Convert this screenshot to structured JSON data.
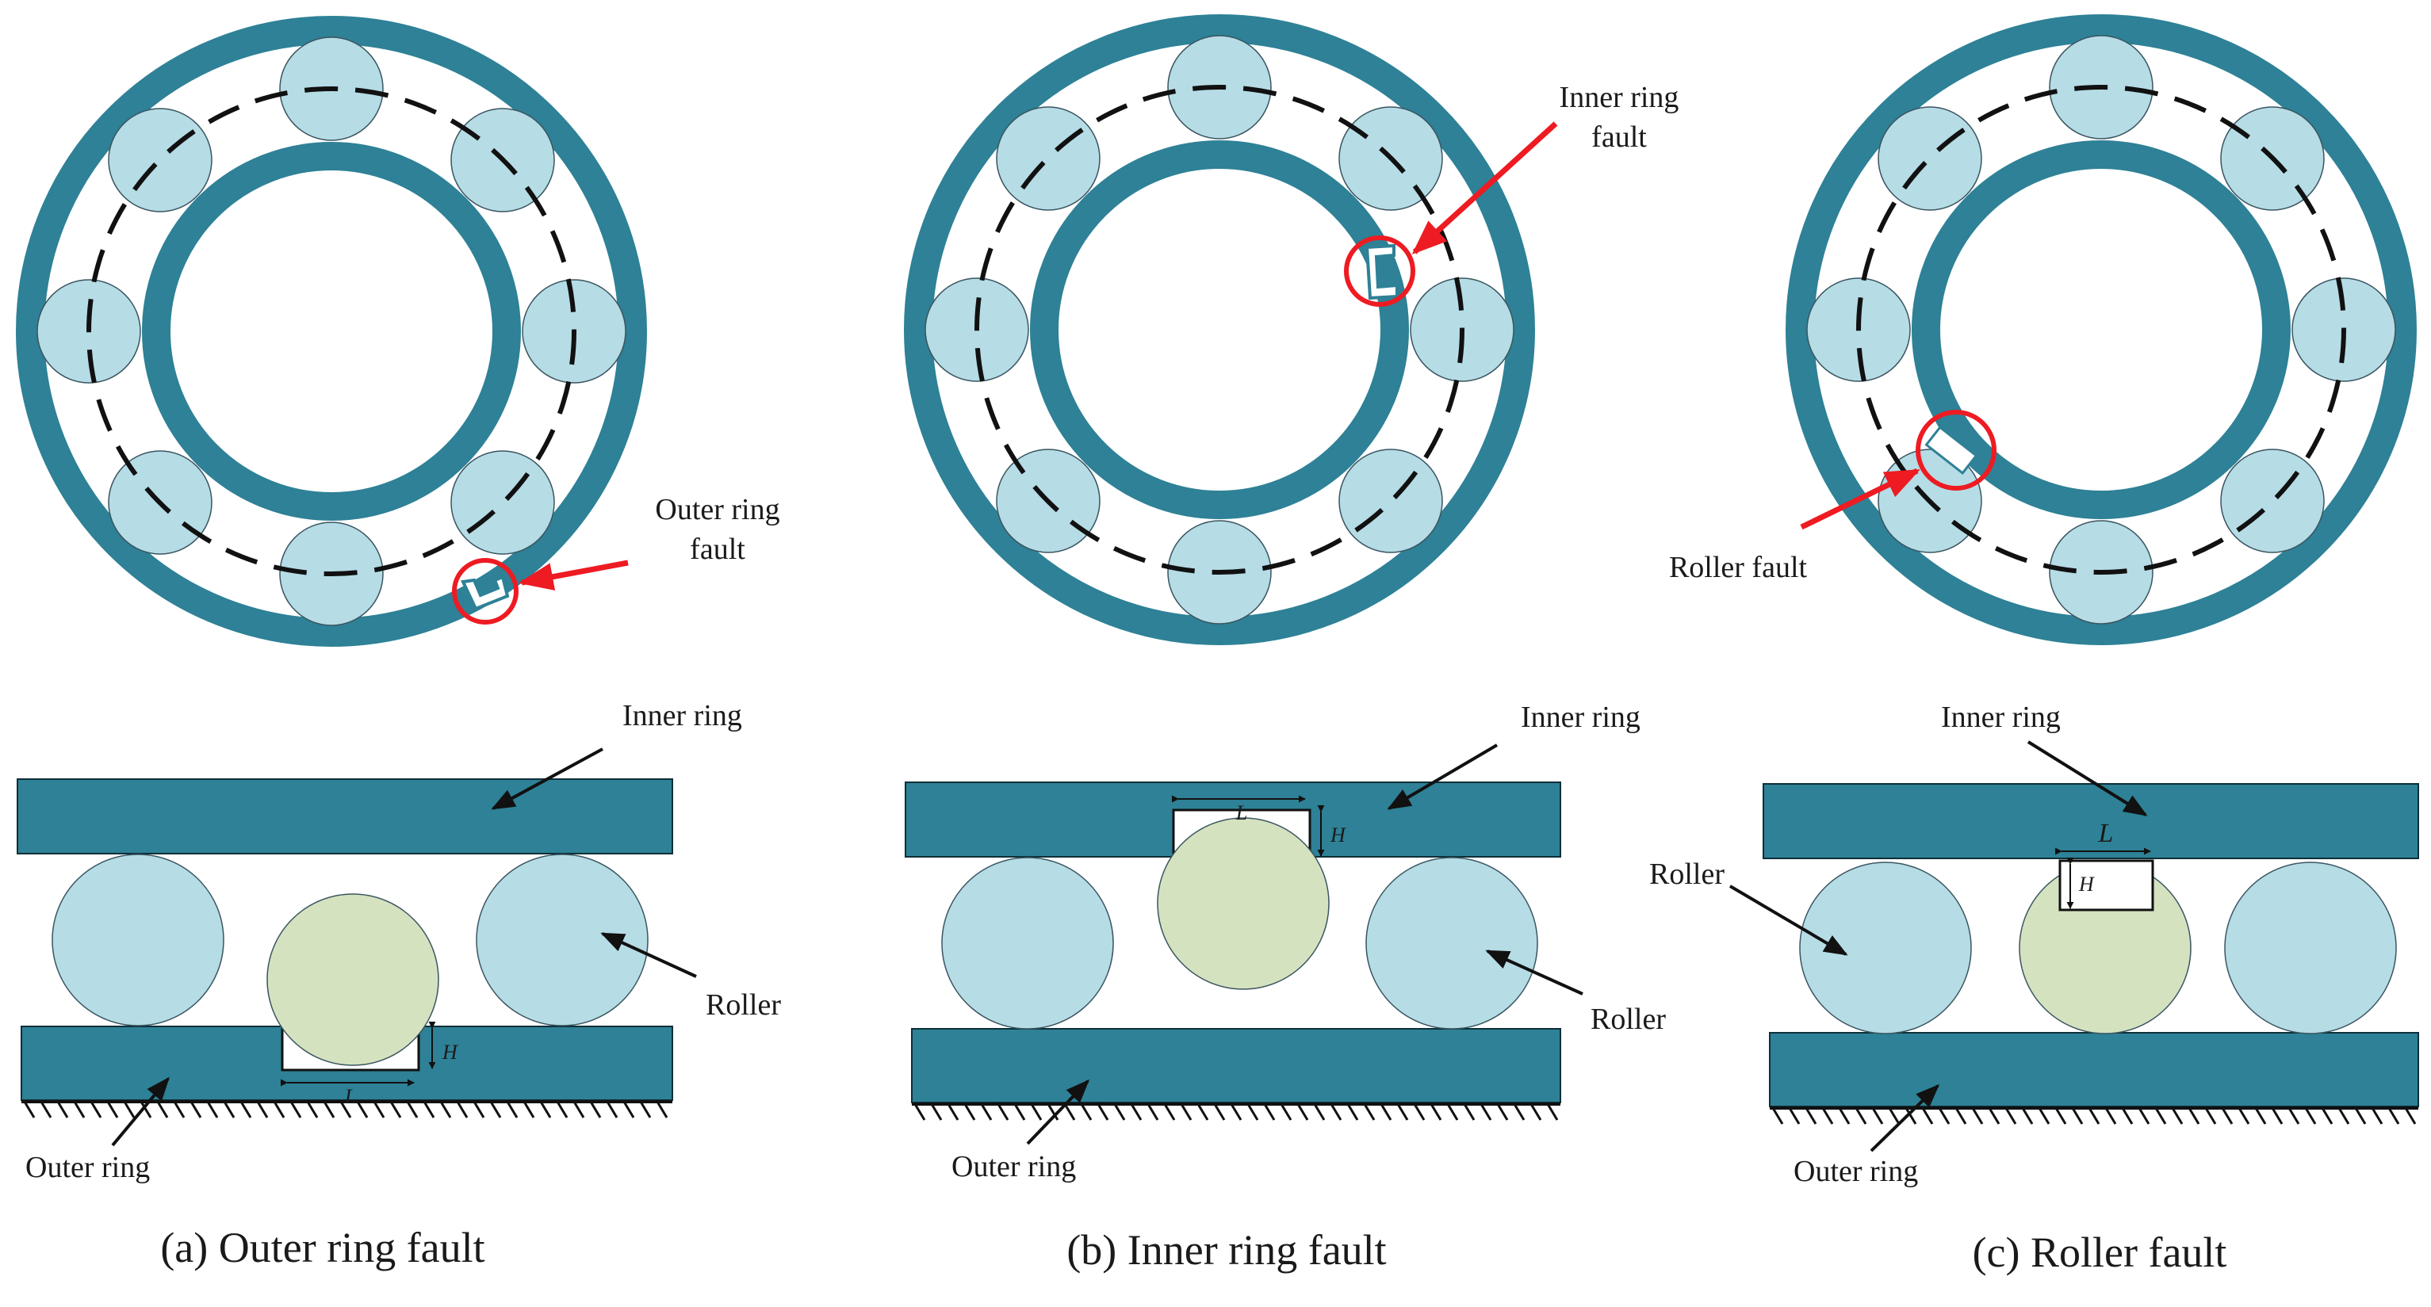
{
  "colors": {
    "ring": "#2e8196",
    "roller": "#b6dce6",
    "faulty_roller": "#d5e2c0",
    "fault_marker": "#ee1b22",
    "cage": "#111111",
    "text": "#1a1a1a"
  },
  "panels": [
    {
      "id": "a",
      "caption": "(a) Outer ring fault",
      "fault_label_lines": [
        "Outer ring",
        "fault"
      ],
      "inner_ring_label": "Inner ring",
      "roller_label": "Roller",
      "outer_ring_label": "Outer ring",
      "dim_length": "L",
      "dim_height": "H"
    },
    {
      "id": "b",
      "caption": "(b) Inner ring fault",
      "fault_label_lines": [
        "Inner ring",
        "fault"
      ],
      "inner_ring_label": "Inner ring",
      "roller_label": "Roller",
      "outer_ring_label": "Outer ring",
      "dim_length": "L",
      "dim_height": "H"
    },
    {
      "id": "c",
      "caption": "(c) Roller fault",
      "fault_label_lines": [
        "Roller fault"
      ],
      "inner_ring_label": "Inner ring",
      "roller_label": "Roller",
      "outer_ring_label": "Outer ring",
      "dim_length": "L",
      "dim_height": "H"
    }
  ]
}
